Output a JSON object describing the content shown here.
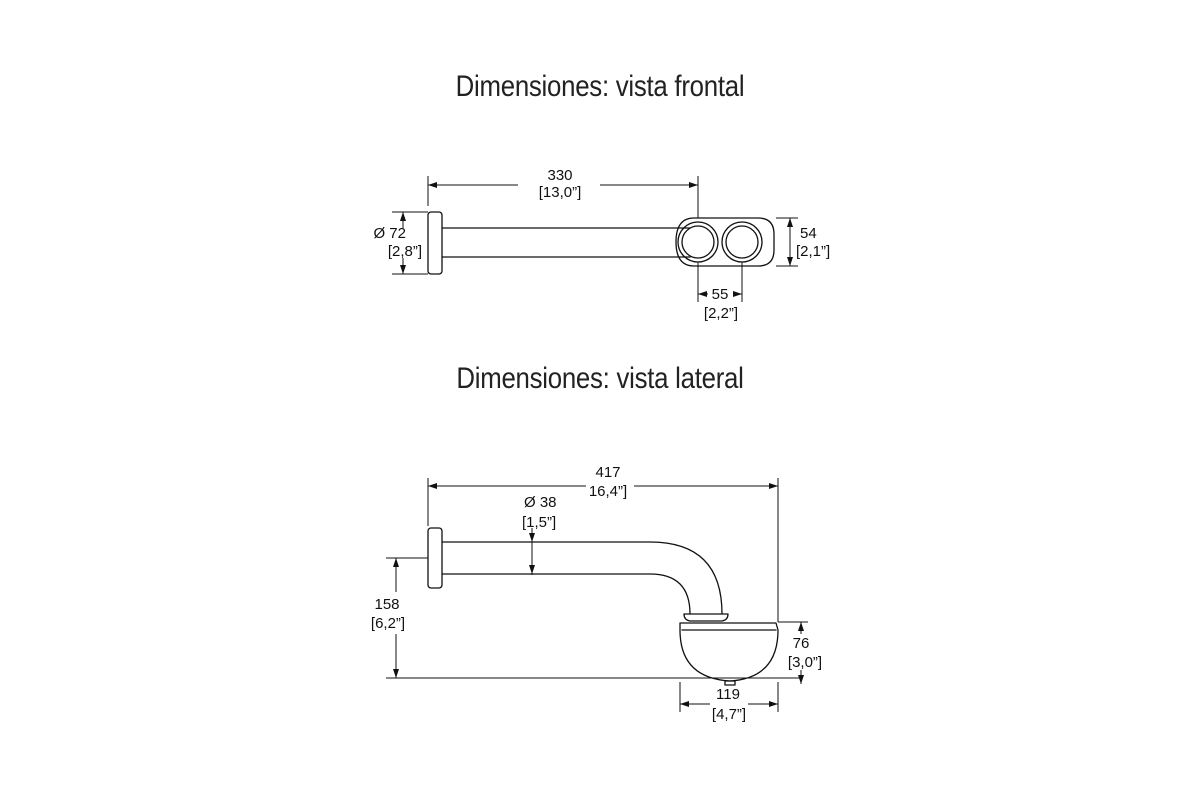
{
  "front_view": {
    "title": "Dimensiones: vista frontal",
    "length": {
      "mm": "330",
      "in": "[13,0”]"
    },
    "flange_diameter": {
      "mm": "Ø 72",
      "in": "[2,8”]"
    },
    "body_height": {
      "mm": "54",
      "in": "[2,1”]"
    },
    "outlet_spacing": {
      "mm": "55",
      "in": "[2,2”]"
    }
  },
  "side_view": {
    "title": "Dimensiones: vista lateral",
    "length": {
      "mm": "417",
      "in": "16,4”]"
    },
    "pipe_diameter": {
      "mm": "Ø 38",
      "in": "[1,5”]"
    },
    "height": {
      "mm": "158",
      "in": "[6,2”]"
    },
    "body_height": {
      "mm": "76",
      "in": "[3,0”]"
    },
    "body_width": {
      "mm": "119",
      "in": "[4,7”]"
    }
  }
}
